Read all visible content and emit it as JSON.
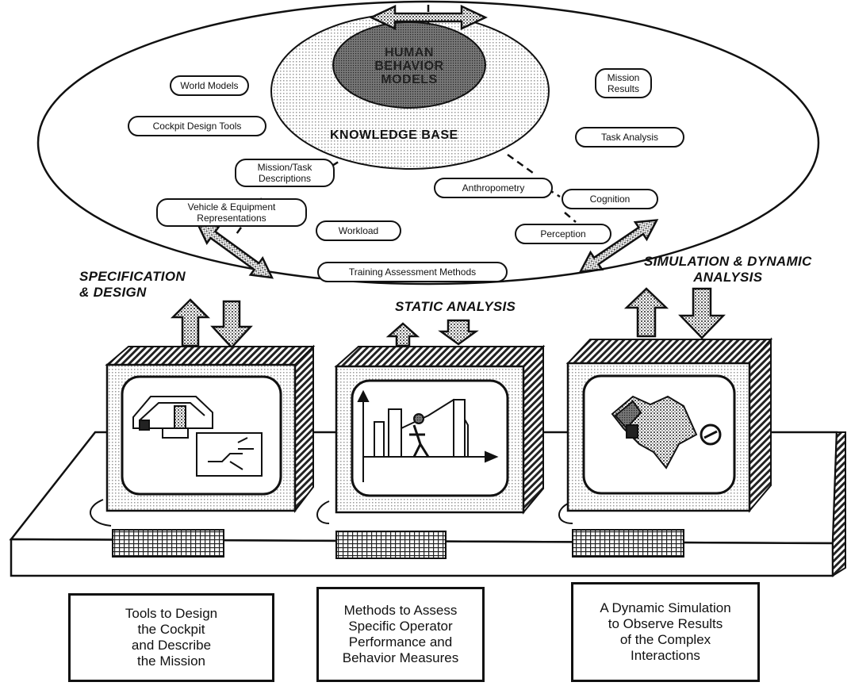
{
  "knowledge_base": {
    "core": [
      "HUMAN",
      "BEHAVIOR",
      "MODELS"
    ],
    "title": "KNOWLEDGE BASE",
    "modules": [
      "World Models",
      "Cockpit Design Tools",
      "Mission/Task Descriptions",
      "Vehicle & Equipment Representations",
      "Workload",
      "Training Assessment Methods",
      "Anthropometry",
      "Perception",
      "Cognition",
      "Task Analysis",
      "Mission Results"
    ]
  },
  "phases": {
    "specification": [
      "SPECIFICATION",
      "& DESIGN"
    ],
    "static": "STATIC ANALYSIS",
    "simulation": [
      "SIMULATION & DYNAMIC",
      "ANALYSIS"
    ]
  },
  "captions": {
    "left": [
      "Tools to Design",
      "the Cockpit",
      "and Describe",
      "the Mission"
    ],
    "middle": [
      "Methods to Assess",
      "Specific Operator",
      "Performance and",
      "Behavior Measures"
    ],
    "right": [
      "A Dynamic Simulation",
      "to Observe Results",
      "of the Complex",
      "Interactions"
    ]
  },
  "colors": {
    "ink": "#111111",
    "shade": "#bdbdbd",
    "core": "#8c8c8c"
  },
  "icons": [
    "double-arrow-icon",
    "up-arrow-icon",
    "down-arrow-icon",
    "cockpit-icon",
    "bar-chart-icon",
    "space-shuttle-icon",
    "gauge-icon",
    "keyboard-icon"
  ]
}
